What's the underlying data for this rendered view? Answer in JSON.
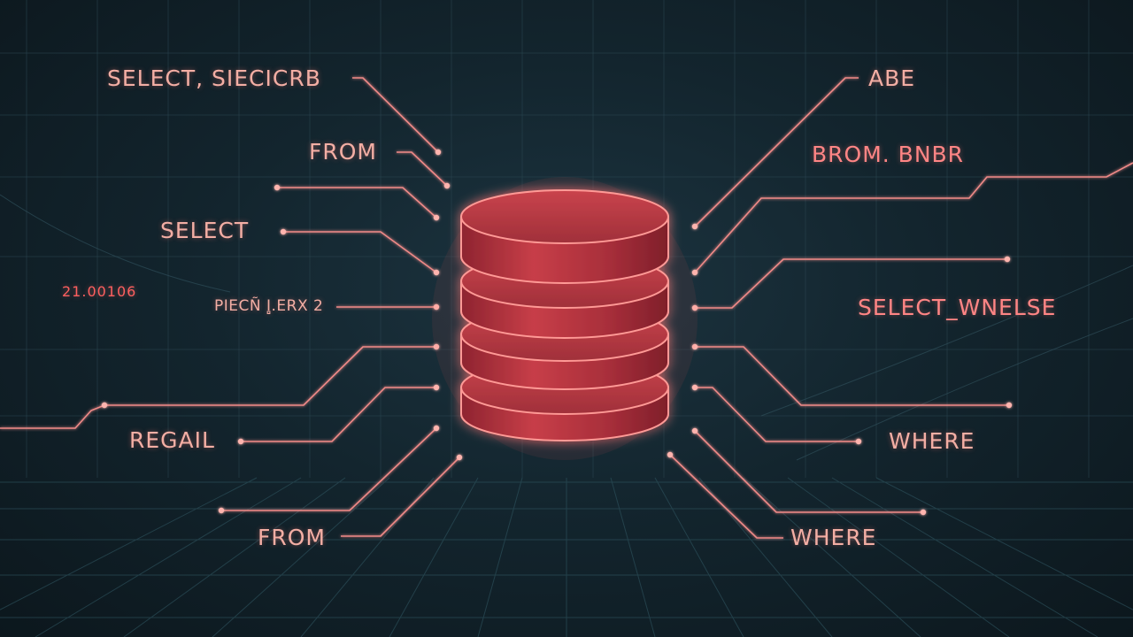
{
  "labels": {
    "left": {
      "select_special": "SELECT, SIECICRB",
      "from_top": "FROM",
      "select": "SELECT",
      "date_code": "21.00106",
      "garbled": "PIECÑ I̻.ERX 2",
      "regal": "REGAIL",
      "from_bottom": "FROM"
    },
    "right": {
      "abe": "ABE",
      "brom": "BROM. BNBR",
      "select_wnelse": "SELECT_WNELSE",
      "where_top": "WHERE",
      "where_bottom": "WHERE"
    }
  },
  "colors": {
    "background": "#13252e",
    "grid": "#2a4550",
    "line": "#f08a88",
    "label": "#f3aea4",
    "database_fill": "#b8363f",
    "database_glow": "#ff8a8a"
  },
  "icons": {
    "central": "database-icon"
  }
}
